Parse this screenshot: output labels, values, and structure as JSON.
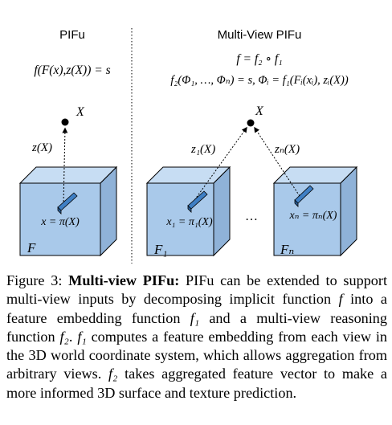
{
  "figure": {
    "left": {
      "title": "PIFu",
      "equation": "f(F(x),z(X)) = s",
      "point_label": "X",
      "depth_label": "z(X)",
      "proj_label": "x = π(X)",
      "feature_label": "F"
    },
    "right": {
      "title": "Multi-View PIFu",
      "equation1": "f = f₂ ∘ f₁",
      "equation2": "f₂(Φ₁, …, Φₙ) = s,  Φᵢ = f₁(Fᵢ(xᵢ), zᵢ(X))",
      "point_label": "X",
      "depth1_label": "z₁(X)",
      "depthn_label": "zₙ(X)",
      "proj1_label": "x₁ = π₁(X)",
      "projn_label": "xₙ = πₙ(X)",
      "feature1_label": "F₁",
      "featuren_label": "Fₙ",
      "ellipsis": "…"
    },
    "colors": {
      "cube_front": "#a9c9ea",
      "cube_top": "#c7ddf3",
      "cube_side": "#8fb2d8",
      "arrow_blue": "#3f7fc4"
    }
  },
  "caption": {
    "label": "Figure 3:",
    "title": "Multi-view PIFu:",
    "p1": " PIFu can be extended to support multi-view inputs by decomposing implicit function ",
    "f": "f",
    "p2": " into a feature embedding function ",
    "f1": "f₁",
    "p3": " and a multi-view reasoning function ",
    "f2": "f₂",
    "p4": ". ",
    "f1b": "f₁",
    "p5": " computes a feature embedding from each view in the 3D world coordinate system, which allows aggregation from arbitrary views. ",
    "f2b": "f₂",
    "p6": " takes aggregated feature vector to make a more informed 3D surface and texture prediction."
  }
}
